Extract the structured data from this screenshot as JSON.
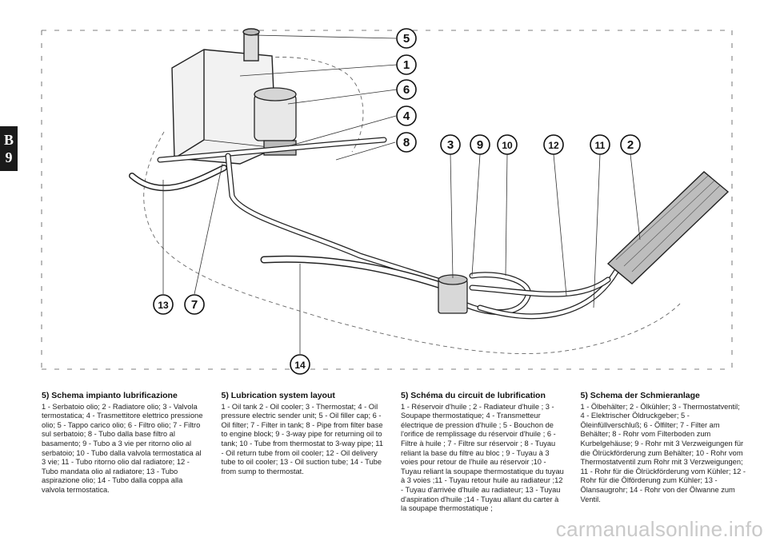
{
  "side_tab": {
    "letter": "B",
    "number": "9"
  },
  "callouts": [
    "5",
    "1",
    "6",
    "4",
    "8",
    "3",
    "9",
    "10",
    "12",
    "11",
    "2",
    "13",
    "7",
    "14"
  ],
  "captions": {
    "it": {
      "title": "5) Schema impianto lubrificazione",
      "body": "1 - Serbatoio olio; 2 - Radiatore olio; 3 - Valvola termostatica; 4 - Trasmettitore elettrico pressione olio; 5 - Tappo carico olio; 6 - Filtro olio; 7 - Filtro sul serbatoio; 8 - Tubo dalla base filtro al basamento; 9 - Tubo a 3 vie per ritorno olio al serbatoio; 10 - Tubo dalla valvola termostatica al 3 vie; 11 - Tubo ritorno olio dal radiatore; 12 - Tubo mandata olio al radiatore; 13 - Tubo aspirazione olio; 14 - Tubo dalla coppa alla valvola termostatica."
    },
    "en": {
      "title": "5) Lubrication system layout",
      "body": "1 - Oil tank 2 - Oil cooler; 3 - Thermostat; 4 - Oil pressure electric sender unit; 5 - Oil filler cap; 6 - Oil filter; 7 - Filter in tank; 8 - Pipe from filter base to engine block; 9 - 3-way pipe for returning oil to tank; 10 - Tube from thermostat to 3-way pipe; 11 - Oil return tube from oil cooler; 12 - Oil delivery tube to oil cooler; 13 - Oil suction tube; 14 - Tube from sump to thermostat."
    },
    "fr": {
      "title": "5) Schéma du circuit de lubrification",
      "body": "1 - Réservoir d'huile ; 2 - Radiateur d'huile ; 3 - Soupape thermostatique; 4 - Transmetteur électrique de pression d'huile ; 5 - Bouchon de l'orifice de remplissage du réservoir d'huile ; 6 - Filtre à huile ; 7 - Filtre sur réservoir ; 8 - Tuyau reliant la base du filtre au bloc ; 9 - Tuyau à 3 voies pour retour de l'huile au réservoir ;10 - Tuyau reliant la soupape thermostatique du tuyau à 3 voies ;11 - Tuyau retour huile au radiateur ;12 - Tuyau d'arrivée d'huile au radiateur; 13 - Tuyau d'aspiration d'huile ;14 - Tuyau allant du carter à la soupape thermostatique ;"
    },
    "de": {
      "title": "5) Schema der Schmieranlage",
      "body": "1 - Ölbehälter; 2 - Ölkühler; 3 - Thermostatventil; 4 - Elektrischer Öldruckgeber; 5 - Öleinfüllverschluß; 6 - Ölfilter; 7 - Filter am Behälter; 8 - Rohr vom Filterboden zum Kurbelgehäuse; 9 - Rohr mit 3 Verzweigungen für die Ölrückförderung zum Behälter; 10 - Rohr vom Thermostatventil zum Rohr mit 3 Verzweigungen; 11 - Rohr für die Ölrückförderung vom Kühler; 12 - Rohr für die Ölförderung zum Kühler; 13 - Ölansaugrohr; 14 - Rohr von der Ölwanne zum Ventil."
    }
  },
  "watermark": "carmanualsonline.info"
}
